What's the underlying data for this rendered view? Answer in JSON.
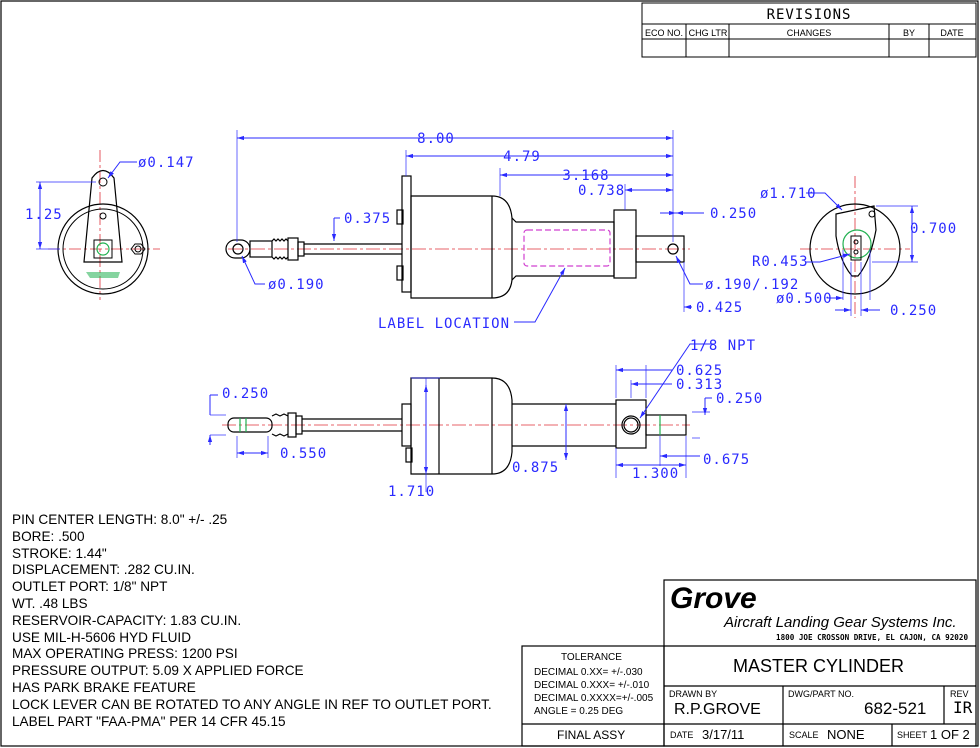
{
  "revisions": {
    "title": "REVISIONS",
    "columns": [
      "ECO NO.",
      "CHG LTR",
      "CHANGES",
      "BY",
      "DATE"
    ]
  },
  "dimensions": {
    "overall_length": "8.00",
    "to_body": "4.79",
    "to_port": "3.168",
    "port_offset": "0.738",
    "flange_width": "0.250",
    "eye_offset": "0.375",
    "eye_pin": "ø0.190",
    "outlet_hole": "ø.190/.192",
    "end_offset": "0.425",
    "label_location": "LABEL LOCATION",
    "left_hole": "ø0.147",
    "left_height": "1.25",
    "right_diameter": "ø1.710",
    "right_height": "0.700",
    "right_radius": "R0.453",
    "right_bore": "ø0.500",
    "right_width": "0.250",
    "npt": "1/8 NPT",
    "port_625": "0.625",
    "port_313": "0.313",
    "port_250": "0.250",
    "rod_250": "0.250",
    "rod_550": "0.550",
    "body_875": "0.875",
    "body_1710": "1.710",
    "port_1300": "1.300",
    "port_675": "0.675"
  },
  "notes": [
    "PIN CENTER LENGTH: 8.0\" +/- .25",
    "BORE: .500",
    "STROKE: 1.44\"",
    "DISPLACEMENT: .282 CU.IN.",
    "OUTLET PORT: 1/8\" NPT",
    "WT. .48 LBS",
    "RESERVOIR-CAPACITY:  1.83 CU.IN.",
    "USE MIL-H-5606 HYD FLUID",
    "MAX OPERATING PRESS: 1200 PSI",
    "PRESSURE OUTPUT: 5.09 X APPLIED FORCE",
    "HAS PARK BRAKE FEATURE",
    "LOCK LEVER CAN BE ROTATED TO ANY ANGLE IN REF TO OUTLET PORT.",
    "LABEL PART \"FAA-PMA\" PER 14 CFR 45.15"
  ],
  "title_block": {
    "company": "Grove",
    "company_full": "Aircraft Landing Gear Systems Inc.",
    "address": "1800 JOE CROSSON DRIVE, EL CAJON, CA 92020",
    "tolerance_title": "TOLERANCE",
    "tolerances": [
      "DECIMAL 0.XX=  +/-.030",
      "DECIMAL 0.XXX= +/-.010",
      "DECIMAL 0.XXXX=+/-.005",
      "ANGLE = 0.25 DEG"
    ],
    "drawing_title": "MASTER CYLINDER",
    "drawn_by_label": "DRAWN BY",
    "drawn_by": "R.P.GROVE",
    "part_no_label": "DWG/PART NO.",
    "part_no": "682-521",
    "rev_label": "REV",
    "rev": "IR",
    "final_assy": "FINAL ASSY",
    "date_label": "DATE",
    "date": "3/17/11",
    "scale_label": "SCALE",
    "scale": "NONE",
    "sheet_label": "SHEET",
    "sheet": "1 OF 2"
  },
  "colors": {
    "dimension": "#2a2aff",
    "centerline": "#e0303a",
    "label": "#d040d0",
    "green": "#20b050"
  }
}
